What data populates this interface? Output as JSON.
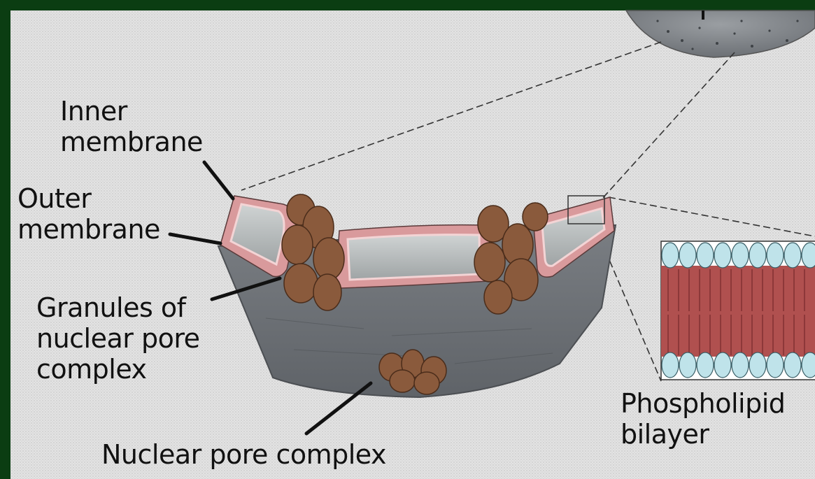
{
  "labels": {
    "inner_membrane": [
      "Inner",
      "membrane"
    ],
    "outer_membrane": [
      "Outer",
      "membrane"
    ],
    "granules": [
      "Granules of",
      "nuclear pore",
      "complex"
    ],
    "nuclear_pore_complex": "Nuclear pore complex",
    "phospholipid_bilayer": [
      "Phospholipid",
      "bilayer"
    ]
  },
  "colors": {
    "frame": "#0b3d12",
    "background": "#e3e3e3",
    "envelope_body": "#6f7378",
    "membrane_pink": "#d99a9c",
    "lumen_gray": "#b8bcbd",
    "pore_granules": "#8a5a3c",
    "lipid_heads": "#bfe3ea",
    "lipid_tails": "#b0504f"
  }
}
